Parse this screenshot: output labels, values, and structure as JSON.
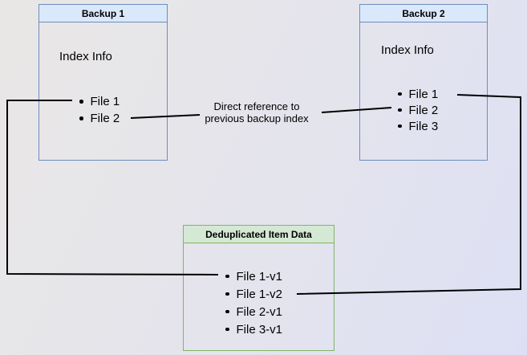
{
  "colors": {
    "background_start": "#e9e7e5",
    "background_mid": "#e4e4ed",
    "background_end": "#dde0f5",
    "blue_fill": "#dae8fc",
    "blue_border": "#6c8ebf",
    "green_fill": "#d5e8d4",
    "green_border": "#82b366",
    "arrow": "#000000",
    "text": "#000000"
  },
  "backup1": {
    "title": "Backup 1",
    "subtitle": "Index Info",
    "files": [
      "File 1",
      "File 2"
    ]
  },
  "backup2": {
    "title": "Backup 2",
    "subtitle": "Index Info",
    "files": [
      "File 1",
      "File 2",
      "File 3"
    ]
  },
  "dedup": {
    "title": "Deduplicated Item Data",
    "items": [
      "File 1-v1",
      "File 1-v2",
      "File 2-v1",
      "File 3-v1"
    ]
  },
  "annotation": {
    "lines": [
      "Direct reference to",
      "previous backup index"
    ]
  }
}
